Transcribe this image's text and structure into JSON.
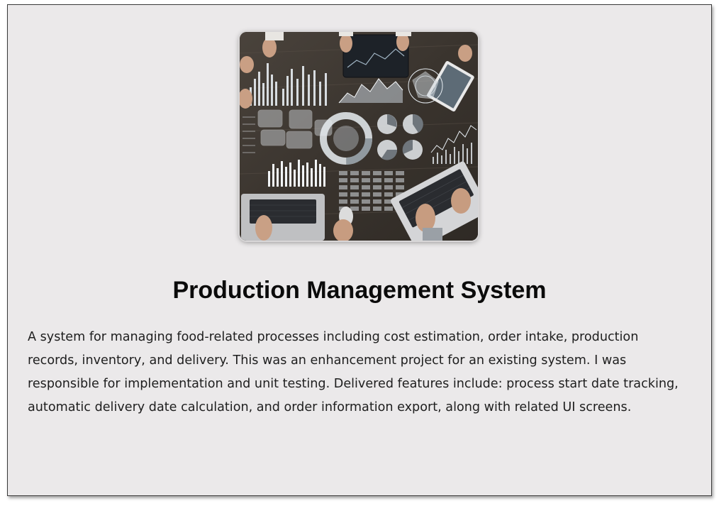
{
  "project": {
    "title": "Production Management System",
    "description": "A system for managing food-related processes including cost estimation, order intake, production records, inventory, and delivery. This was an enhancement project for an existing system. I was responsible for implementation and unit testing. Delivered features include: process start date tracking, automatic delivery date calculation, and order information export, along with related UI screens.",
    "image_icon": "analytics-dashboard-photo"
  },
  "colors": {
    "card_background": "#ebe9ea",
    "card_border": "#3a3a3a",
    "title_text": "#0b0b0b",
    "body_text": "#1e1e1e"
  }
}
